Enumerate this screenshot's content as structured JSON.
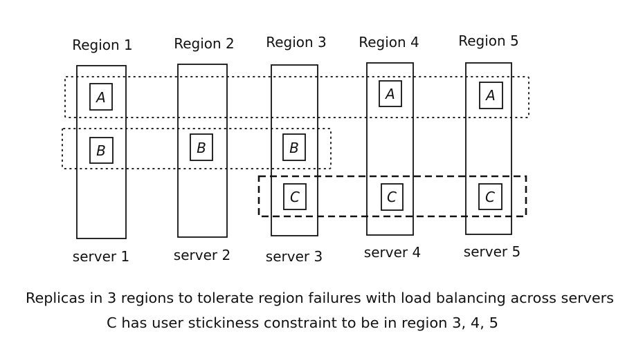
{
  "regions": [
    {
      "label": "Region 1",
      "server": "server 1",
      "replicas": [
        "A",
        "B"
      ]
    },
    {
      "label": "Region 2",
      "server": "server 2",
      "replicas": [
        "B"
      ]
    },
    {
      "label": "Region 3",
      "server": "server 3",
      "replicas": [
        "B",
        "C"
      ]
    },
    {
      "label": "Region 4",
      "server": "server 4",
      "replicas": [
        "A",
        "C"
      ]
    },
    {
      "label": "Region 5",
      "server": "server 5",
      "replicas": [
        "A",
        "C"
      ]
    }
  ],
  "groups": [
    {
      "replica": "A",
      "style": "dotted",
      "regions": [
        1,
        4,
        5
      ]
    },
    {
      "replica": "B",
      "style": "dotted",
      "regions": [
        1,
        2,
        3
      ]
    },
    {
      "replica": "C",
      "style": "dashed",
      "regions": [
        3,
        4,
        5
      ]
    }
  ],
  "caption": {
    "line1": "Replicas in 3 regions to tolerate region failures with load balancing across servers",
    "line2": "C has user stickiness constraint to be in region 3, 4, 5"
  },
  "colors": {
    "ink": "#111111",
    "background": "#ffffff"
  }
}
